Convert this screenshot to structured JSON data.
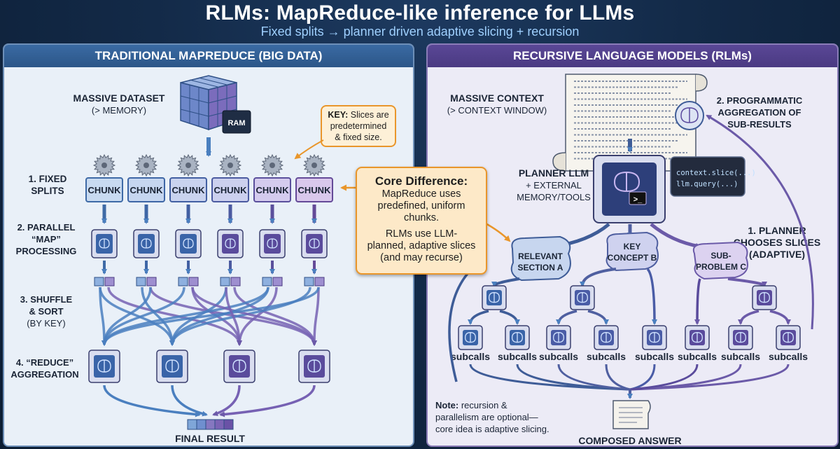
{
  "header": {
    "title": "RLMs: MapReduce-like inference for LLMs",
    "subtitle": "Fixed splits → planner driven adaptive slicing + recursion"
  },
  "left_panel": {
    "heading": "TRADITIONAL MAPREDUCE (BIG DATA)",
    "dataset_line1": "MASSIVE DATASET",
    "dataset_line2": "(> MEMORY)",
    "ram_label": "RAM",
    "key_note_bold": "KEY:",
    "key_note_line1": "Slices are",
    "key_note_line2": "predetermined",
    "key_note_line3": "& fixed size.",
    "chunk_label": "CHUNK",
    "step1_line1": "1. FIXED",
    "step1_line2": "SPLITS",
    "step2_line1": "2. PARALLEL",
    "step2_line2": "“MAP”",
    "step2_line3": "PROCESSING",
    "step3_line1": "3. SHUFFLE",
    "step3_line2": "& SORT",
    "step3_line3": "(BY KEY)",
    "step4_line1": "4. “REDUCE”",
    "step4_line2": "AGGREGATION",
    "final_result": "FINAL RESULT"
  },
  "callout": {
    "heading": "Core Difference:",
    "line1": "MapReduce uses",
    "line2": "predefined, uniform",
    "line3": "chunks.",
    "line4": "RLMs use LLM-",
    "line5": "planned, adaptive slices",
    "line6": "(and may recurse)"
  },
  "right_panel": {
    "heading": "RECURSIVE LANGUAGE MODELS (RLMs)",
    "context_line1": "MASSIVE CONTEXT",
    "context_line2": "(> CONTEXT WINDOW)",
    "agg_line1": "2. PROGRAMMATIC",
    "agg_line2": "AGGREGATION OF",
    "agg_line3": "SUB-RESULTS",
    "planner_line1": "PLANNER LLM",
    "planner_line2": "+ EXTERNAL",
    "planner_line3": "MEMORY/TOOLS",
    "code_line1": "context.slice(...)",
    "code_line2": "llm.query(...)",
    "terminal_prompt": ">_",
    "chooses_line1": "1. PLANNER",
    "chooses_line2": "CHOOSES SLICES",
    "chooses_line3": "(ADAPTIVE)",
    "slice_a_line1": "RELEVANT",
    "slice_a_line2": "SECTION A",
    "slice_b_line1": "KEY",
    "slice_b_line2": "CONCEPT B",
    "slice_c_line1": "SUB-",
    "slice_c_line2": "PROBLEM C",
    "subcalls_label": "subcalls",
    "note_bold": "Note:",
    "note_line1": "recursion &",
    "note_line2": "parallelism are optional—",
    "note_line3": "core idea is adaptive slicing.",
    "composed_answer": "COMPOSED ANSWER"
  },
  "colors": {
    "background": "#0f2440",
    "left_accent": "#2c5688",
    "right_accent": "#4a3a82",
    "callout_border": "#e9962b",
    "callout_fill": "#fde9c8"
  }
}
